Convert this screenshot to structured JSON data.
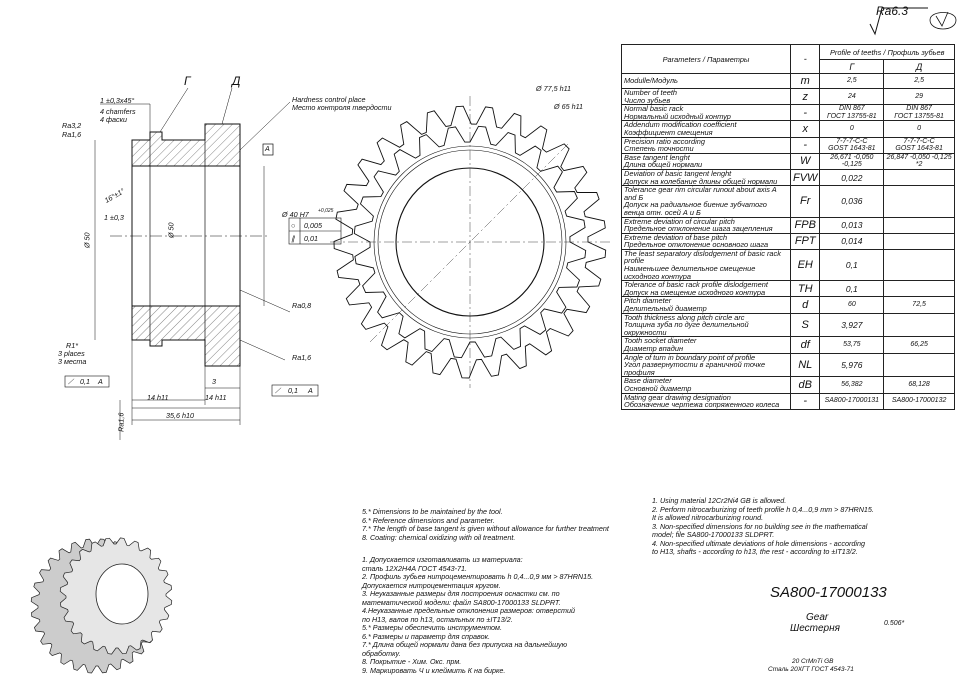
{
  "roughness": {
    "general": "Ra6.3"
  },
  "section_view": {
    "letters": {
      "g": "Г",
      "d": "Д"
    },
    "chamfer": {
      "dim": "1 ±0,3x45°",
      "en": "4 chamfers",
      "ru": "4 фаски"
    },
    "ra_left": [
      "Ra3,2",
      "Ra1,6"
    ],
    "hardness": {
      "en": "Hardness control place",
      "ru": "Место контроля твердости"
    },
    "datum_a": "A",
    "angle_dim": "16°±1°",
    "offset_dim": "1 ±0,3",
    "dia_left": "Ø 50",
    "dia_inner": "Ø 50",
    "bore": "Ø 40 H7",
    "bore_tol": "+0,025",
    "gtol": [
      {
        "sym": "○",
        "val": "0,005"
      },
      {
        "sym": "∥",
        "val": "0,01"
      }
    ],
    "ra_bore": "Ra0,8",
    "radius": {
      "dim": "R1*",
      "en": "3 places",
      "ru": "3 места"
    },
    "ra_face": "Ra1,6",
    "runout_left": {
      "val": "0,1",
      "datum": "A"
    },
    "runout_right": {
      "val": "0,1",
      "datum": "A"
    },
    "dim_3": "3",
    "dim_14_left": "14 h11",
    "dim_14_right": "14 h11",
    "dim_total": "35,6 h10",
    "ra_bottom": "Ra1,6"
  },
  "gear_view": {
    "d1": "Ø 77,5 h11",
    "d2": "Ø 65 h11"
  },
  "table": {
    "header_params": "Parameters / Параметры",
    "header_dash": "-",
    "header_profile": "Profile of teeths / Профиль зубьев",
    "col_g": "Г",
    "col_d": "Д",
    "rows": [
      {
        "p": "Modulle/Модуль",
        "s": "m",
        "g": "2,5",
        "d": "2,5"
      },
      {
        "p": "Number of teeth\nЧисло зубьев",
        "s": "z",
        "g": "24",
        "d": "29"
      },
      {
        "p": "Normal basic rack\nНормальный исходный контур",
        "s": "-",
        "g": "DIN 867\nГОСТ 13755-81",
        "d": "DIN 867\nГОСТ 13755-81"
      },
      {
        "p": "Addendum modification coefficient\nКоэффициент смещения",
        "s": "x",
        "g": "0",
        "d": "0"
      },
      {
        "p": "Precision ratio according\nСтепень точности",
        "s": "-",
        "g": "7-7-7-C-C\nGOST 1643-81",
        "d": "7-7-7-C-C\nGOST 1643-81"
      },
      {
        "p": "Base tangent lenght\nДлина общей нормали",
        "s": "W",
        "g": "26,671 -0,050 -0,125",
        "d": "26,847 -0,050 -0,125 *2"
      },
      {
        "p": "Deviation of basic tangent lenght\nДопуск на колебание длины общей нормали",
        "s": "FVW",
        "g": "0,022",
        "d": ""
      },
      {
        "p": "Tolerance gear rim circular runout about axis A and Б\nДопуск на радиальное биение зубчатого венца отн. осей А и Б",
        "s": "Fr",
        "g": "0,036",
        "d": ""
      },
      {
        "p": "Extreme deviation of circular pitch\nПредельное отклонение шага зацепления",
        "s": "FPB",
        "g": "0,013",
        "d": ""
      },
      {
        "p": "Extreme deviation of base pitch\nПредельное отклонение основного шага",
        "s": "FPT",
        "g": "0,014",
        "d": ""
      },
      {
        "p": "The least separatory dislodgement of basic rack profile\nНаименьшее делительное смещение исходного контура",
        "s": "EH",
        "g": "0,1",
        "d": ""
      },
      {
        "p": "Tolerance of basic rack profile dislodgement\nДопуск на смещение исходного контура",
        "s": "TH",
        "g": "0,1",
        "d": ""
      },
      {
        "p": "Pitch diameter\nДелительный диаметр",
        "s": "d",
        "g": "60",
        "d": "72,5"
      },
      {
        "p": "Tooth thickness along pitch circle arc\nТолщина зуба по дуге делительной окружности",
        "s": "S",
        "g": "3,927",
        "d": ""
      },
      {
        "p": "Tooth socket diameter\nДиаметр впадин",
        "s": "df",
        "g": "53,75",
        "d": "66,25"
      },
      {
        "p": "Angle of turn in boundary point of profile\nУгол развернутости в граничной точке профиля",
        "s": "NL",
        "g": "5,976",
        "d": ""
      },
      {
        "p": "Base diameter\nОсновной диаметр",
        "s": "dB",
        "g": "56,382",
        "d": "68,128"
      },
      {
        "p": "Mating gear drawing designation\nОбозначение чертежа сопряженного колеса",
        "s": "-",
        "g": "SA800-17000131",
        "d": "SA800-17000132"
      }
    ]
  },
  "notes_en_right": [
    "1. Using material 12Cr2Ni4 GB is allowed.",
    "2. Perform nitrocarburizing of teeth profile h 0,4...0,9 mm > 87HRN15.",
    "It is allowed nitrocarburizing round.",
    "3. Non-specified dimensions for no building see in the mathematical",
    "model; file SA800-17000133 SLDPRT.",
    "4. Non-specified ultimate deviations of hole dimensions - according",
    "to H13, shafts - according to h13, the rest - according to ±IT13/2."
  ],
  "notes_en_left": [
    "5.* Dimensions to be maintained by the tool.",
    "6.* Reference dimensions and parameter.",
    "7.* The length of base tangent is given without allowance for further treatment",
    "8. Coating: chemical oxidizing with oil treatment."
  ],
  "notes_ru": [
    "1. Допускается изготавливать из материала:",
    "сталь 12Х2Н4А  ГОСТ 4543-71.",
    "2. Профиль зубьев нитроцементировать h 0,4...0,9 мм > 87HRN15.",
    "Допускается нитроцементация кругом.",
    "3. Неуказанные размеры для построения оснастки см. по",
    "математической модели: файл SA800-17000133 SLDPRT.",
    "4.Неуказанные предельные отклонения размеров: отверстий",
    "по Н13, валов по h13, остальных по ±IT13/2.",
    "5.* Размеры обеспечить инструментом.",
    "6.* Размеры и параметр для справок.",
    "7.* Длина общей нормали дана без припуска на дальнейшую",
    "обработку.",
    "8. Покрытие - Хим. Окс. прм.",
    "9. Маркировать Ч и клеймить К на бирке."
  ],
  "title_block": {
    "number": "SA800-17000133",
    "name_en": "Gear",
    "name_ru": "Шестерня",
    "mass": "0.506*",
    "material_1": "20 CrMnTi  GB",
    "material_2": "Сталь 20ХГТ  ГОСТ 4543-71"
  }
}
